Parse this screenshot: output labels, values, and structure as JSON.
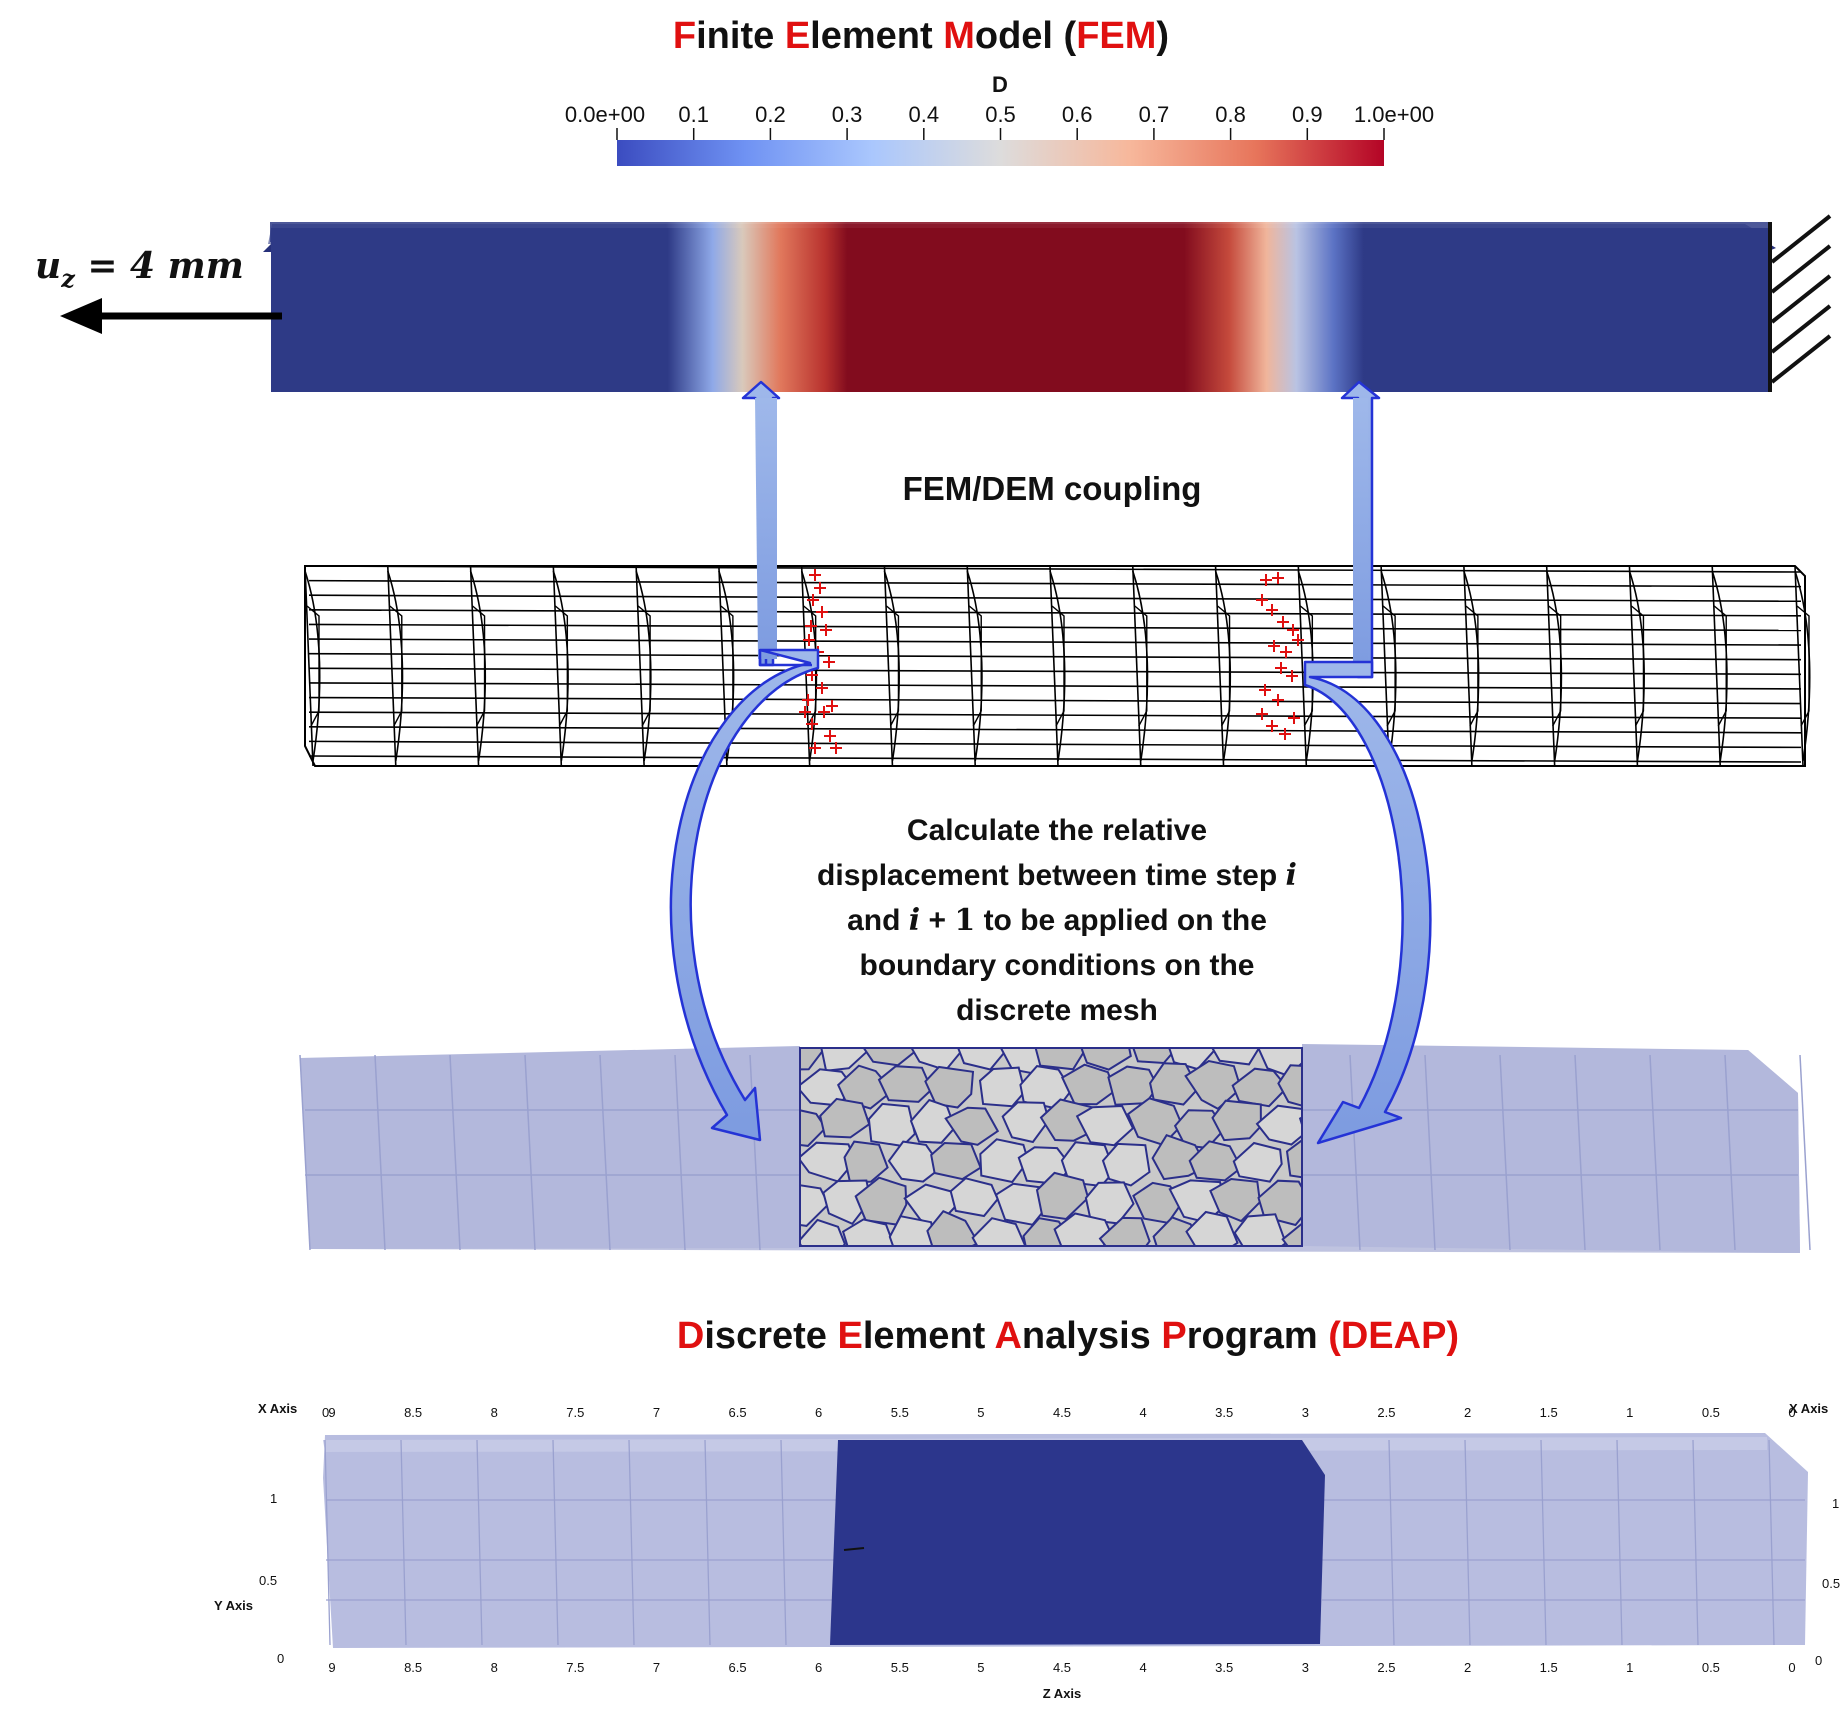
{
  "fem_title": {
    "parts": [
      {
        "text": "F",
        "red": true
      },
      {
        "text": "inite ",
        "red": false
      },
      {
        "text": "E",
        "red": true
      },
      {
        "text": "lement ",
        "red": false
      },
      {
        "text": "M",
        "red": true
      },
      {
        "text": "odel (",
        "red": false
      },
      {
        "text": "FEM",
        "red": true
      },
      {
        "text": ")",
        "red": false
      }
    ]
  },
  "colorbar": {
    "title": "D",
    "ticks": [
      "0.0e+00",
      "0.1",
      "0.2",
      "0.3",
      "0.4",
      "0.5",
      "0.6",
      "0.7",
      "0.8",
      "0.9",
      "1.0e+00"
    ],
    "colors": [
      "#3b4cc0",
      "#6f92f3",
      "#aac7fd",
      "#dddcdc",
      "#f7b89c",
      "#e7755b",
      "#b40426"
    ]
  },
  "load_label": "u_z = 4 mm",
  "coupling_label": "FEM/DEM coupling",
  "note_lines": [
    "Calculate the relative",
    "displacement between time step i",
    "and i + 1 to be applied on the",
    "boundary conditions on the",
    "discrete mesh"
  ],
  "deap_title": {
    "parts": [
      {
        "text": "D",
        "red": true
      },
      {
        "text": "iscrete ",
        "red": false
      },
      {
        "text": "E",
        "red": true
      },
      {
        "text": "lement ",
        "red": false
      },
      {
        "text": "A",
        "red": true
      },
      {
        "text": "nalysis ",
        "red": false
      },
      {
        "text": "P",
        "red": true
      },
      {
        "text": "rogram ",
        "red": false
      },
      {
        "text": "(DEAP)",
        "red": true
      }
    ]
  },
  "axes": {
    "x_axis_label": "X Axis",
    "y_axis_label": "Y Axis",
    "z_axis_label": "Z Axis",
    "z_ticks": [
      "9",
      "8.5",
      "8",
      "7.5",
      "7",
      "6.5",
      "6",
      "5.5",
      "5",
      "4.5",
      "4",
      "3.5",
      "3",
      "2.5",
      "2",
      "1.5",
      "1",
      "0.5",
      "0"
    ],
    "y_ticks": [
      "0",
      "0.5",
      "1"
    ],
    "corner_zero": "0"
  }
}
